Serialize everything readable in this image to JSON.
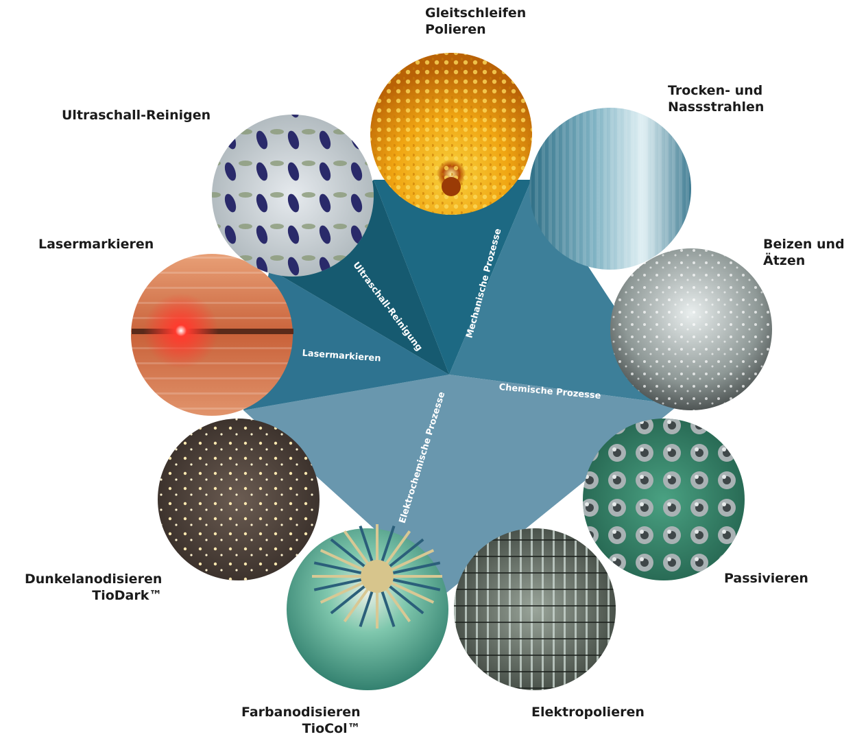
{
  "segments": [
    {
      "label": "Ultraschall-Reinigung",
      "color": "#165a70"
    },
    {
      "label": "Mechanische Prozesse",
      "color": "#1d6983"
    },
    {
      "label": "Chemische Prozesse",
      "color": "#3d7f99"
    },
    {
      "label": "Elektrochemische Prozesse",
      "color": "#6997ae"
    },
    {
      "label": "Lasermarkieren",
      "color": "#2e7390"
    }
  ],
  "processes": [
    {
      "lines": [
        "Gleitschleifen",
        "Polieren"
      ],
      "image": "tumbling-media-photo"
    },
    {
      "lines": [
        "Trocken- und",
        "Nassstrahlen"
      ],
      "image": "blasting-spray-photo"
    },
    {
      "lines": [
        "Beizen und",
        "Ätzen"
      ],
      "image": "pickling-bubbles-photo"
    },
    {
      "lines": [
        "Passivieren"
      ],
      "image": "passivated-parts-rack-photo"
    },
    {
      "lines": [
        "Elektropolieren"
      ],
      "image": "electropolishing-rack-photo"
    },
    {
      "lines": [
        "Farbanodisieren",
        "TioCol™"
      ],
      "image": "color-anodizing-fixture-photo"
    },
    {
      "lines": [
        "Dunkelanodisieren",
        "TioDark™"
      ],
      "image": "dark-anodizing-glow-photo"
    },
    {
      "lines": [
        "Lasermarkieren"
      ],
      "image": "laser-marking-photo"
    },
    {
      "lines": [
        "Ultraschall-Reinigen"
      ],
      "image": "ultrasonic-cleaning-photo"
    }
  ]
}
